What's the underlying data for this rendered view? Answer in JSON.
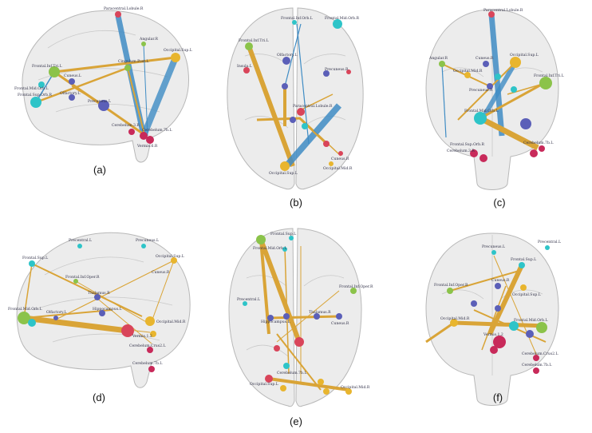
{
  "figure": {
    "colors": {
      "edge_gold": "#d9a437",
      "edge_blue": "#3f8cc4",
      "node_green": "#8bc34a",
      "node_cyan": "#2ec4c8",
      "node_blue": "#5b5fb8",
      "node_red": "#d9455a",
      "node_magenta": "#c82a5a",
      "node_yellow": "#e8b52e",
      "brain_fill": "#dcdcdc",
      "brain_stroke": "#b8b8b8"
    },
    "panels": [
      {
        "letter": "(a)",
        "view": "sagittal",
        "nodes": [
          {
            "label": "Paracentral.Lobule.R",
            "color": "node_red"
          },
          {
            "label": "Angular.R",
            "color": "node_green"
          },
          {
            "label": "Cingulum.Post.L",
            "color": "node_green"
          },
          {
            "label": "Occipital.Sup.L",
            "color": "node_yellow"
          },
          {
            "label": "Frontal.Inf.Tri.L",
            "color": "node_green"
          },
          {
            "label": "Cuneus.L",
            "color": "node_blue"
          },
          {
            "label": "Frontal.Mid.Orb.L",
            "color": "node_cyan"
          },
          {
            "label": "Frontal.Sup.Orb.R",
            "color": "node_cyan"
          },
          {
            "label": "Olfactory.L",
            "color": "node_blue"
          },
          {
            "label": "Precuneus.L",
            "color": "node_blue"
          },
          {
            "label": "Cerebelum.3.R",
            "color": "node_magenta"
          },
          {
            "label": "Cerebelum.7b.L",
            "color": "node_magenta"
          },
          {
            "label": "Vermis.6.R",
            "color": "node_magenta"
          }
        ]
      },
      {
        "letter": "(b)",
        "view": "axial",
        "nodes": [
          {
            "label": "Frontal.Inf.Orb.L",
            "color": "node_cyan"
          },
          {
            "label": "Frontal.Mid.Orb.R",
            "color": "node_cyan"
          },
          {
            "label": "Frontal.Inf.Tri.L",
            "color": "node_green"
          },
          {
            "label": "Olfactory.L",
            "color": "node_blue"
          },
          {
            "label": "Insula.L",
            "color": "node_red"
          },
          {
            "label": "Precuneus.R",
            "color": "node_blue"
          },
          {
            "label": "Paracentral.Lobule.R",
            "color": "node_red"
          },
          {
            "label": "Cuneus.R",
            "color": "node_yellow"
          },
          {
            "label": "Occipital.Sup.L",
            "color": "node_yellow"
          },
          {
            "label": "Occipital.Mid.R",
            "color": "node_yellow"
          }
        ]
      },
      {
        "letter": "(c)",
        "view": "coronal",
        "nodes": [
          {
            "label": "Paracentral.Lobule.R",
            "color": "node_red"
          },
          {
            "label": "Angular.R",
            "color": "node_green"
          },
          {
            "label": "Cuneus.R",
            "color": "node_blue"
          },
          {
            "label": "Occipital.Sup.L",
            "color": "node_yellow"
          },
          {
            "label": "Occipital.Mid.R",
            "color": "node_yellow"
          },
          {
            "label": "Frontal.Inf.Tri.L",
            "color": "node_green"
          },
          {
            "label": "Precuneus.R",
            "color": "node_blue"
          },
          {
            "label": "Frontal.Mid.Orb.L",
            "color": "node_cyan"
          },
          {
            "label": "Frontal.Sup.Orb.R",
            "color": "node_cyan"
          },
          {
            "label": "Cerebelum.3.R",
            "color": "node_magenta"
          },
          {
            "label": "Cerebelum.7b.L",
            "color": "node_magenta"
          }
        ]
      },
      {
        "letter": "(d)",
        "view": "sagittal",
        "nodes": [
          {
            "label": "Precentral.L",
            "color": "node_cyan"
          },
          {
            "label": "Frontal.Sup.L",
            "color": "node_cyan"
          },
          {
            "label": "Precuneus.L",
            "color": "node_cyan"
          },
          {
            "label": "Frontal.Inf.Oper.R",
            "color": "node_green"
          },
          {
            "label": "Cuneus.R",
            "color": "node_blue"
          },
          {
            "label": "Occipital.Sup.L",
            "color": "node_yellow"
          },
          {
            "label": "Thalamus.R",
            "color": "node_blue"
          },
          {
            "label": "Frontal.Mid.Orb.L",
            "color": "node_green"
          },
          {
            "label": "Olfactory.L",
            "color": "node_blue"
          },
          {
            "label": "Hippocampus.L",
            "color": "node_blue"
          },
          {
            "label": "Occipital.Mid.R",
            "color": "node_yellow"
          },
          {
            "label": "Vermis.1.2",
            "color": "node_magenta"
          },
          {
            "label": "Cerebelum.Crus2.L",
            "color": "node_magenta"
          },
          {
            "label": "Cerebelum.7b.L",
            "color": "node_magenta"
          }
        ]
      },
      {
        "letter": "(e)",
        "view": "axial",
        "nodes": [
          {
            "label": "Frontal.Mid.Orb.L",
            "color": "node_green"
          },
          {
            "label": "Frontal.Sup.L",
            "color": "node_cyan"
          },
          {
            "label": "Frontal.Inf.Oper.R",
            "color": "node_green"
          },
          {
            "label": "Precentral.L",
            "color": "node_cyan"
          },
          {
            "label": "Thalamus.R",
            "color": "node_blue"
          },
          {
            "label": "Hippocampus.L",
            "color": "node_blue"
          },
          {
            "label": "Cuneus.R",
            "color": "node_blue"
          },
          {
            "label": "Occipital.Sup.L",
            "color": "node_yellow"
          },
          {
            "label": "Occipital.Mid.R",
            "color": "node_yellow"
          },
          {
            "label": "Cerebelum.7b.L",
            "color": "node_magenta"
          }
        ]
      },
      {
        "letter": "(f)",
        "view": "coronal",
        "nodes": [
          {
            "label": "Precentral.L",
            "color": "node_cyan"
          },
          {
            "label": "Precuneus.L",
            "color": "node_cyan"
          },
          {
            "label": "Frontal.Sup.L",
            "color": "node_cyan"
          },
          {
            "label": "Frontal.Inf.Oper.R",
            "color": "node_green"
          },
          {
            "label": "Cuneus.R",
            "color": "node_blue"
          },
          {
            "label": "Occipital.Sup.L",
            "color": "node_yellow"
          },
          {
            "label": "Occipital.Mid.R",
            "color": "node_yellow"
          },
          {
            "label": "Frontal.Mid.Orb.L",
            "color": "node_green"
          },
          {
            "label": "Vermis.1.2",
            "color": "node_magenta"
          },
          {
            "label": "Cerebelum.Crus2.L",
            "color": "node_magenta"
          },
          {
            "label": "Cerebelum.7b.L",
            "color": "node_magenta"
          }
        ]
      }
    ]
  }
}
